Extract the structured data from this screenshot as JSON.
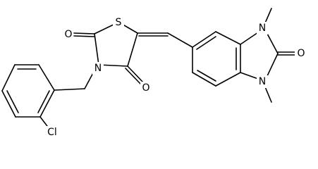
{
  "structure": {
    "atoms": {
      "s1": "S",
      "o_c2": "O",
      "o_c4": "O",
      "n3": "N",
      "cl": "Cl",
      "n_top": "N",
      "n_bottom": "N",
      "o_urea": "O"
    }
  },
  "colors": {
    "bond": "#000000",
    "label": "#000000",
    "background": "#ffffff"
  }
}
